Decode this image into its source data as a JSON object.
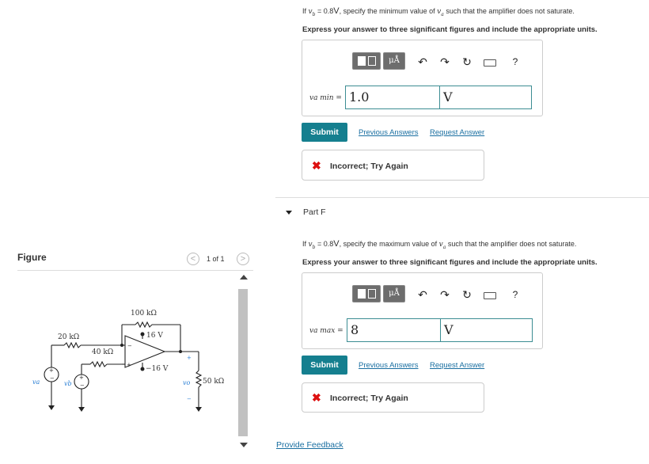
{
  "partE": {
    "question_pre": "If ",
    "vb": "v",
    "vb_sub": "b",
    "question_mid": " = 0.8",
    "unit": "V",
    "question_post": ", specify the minimum value of ",
    "va": "v",
    "va_sub": "a",
    "question_end": " such that the amplifier does not saturate.",
    "instruction": "Express your answer to three significant figures and include the appropriate units.",
    "var_label": "va min =",
    "value": "1.0",
    "units_value": "V",
    "submit_label": "Submit",
    "prev_answers": "Previous Answers",
    "request_answer": "Request Answer",
    "feedback": "Incorrect; Try Again"
  },
  "partF": {
    "title": "Part F",
    "question_pre": "If ",
    "question_mid": " = 0.8",
    "unit": "V",
    "question_post": ", specify the maximum value of ",
    "question_end": " such that the amplifier does not saturate.",
    "instruction": "Express your answer to three significant figures and include the appropriate units.",
    "var_label": "va max =",
    "value": "8",
    "units_value": "V",
    "submit_label": "Submit",
    "prev_answers": "Previous Answers",
    "request_answer": "Request Answer",
    "feedback": "Incorrect; Try Again"
  },
  "toolbar": {
    "units_symbol": "μÅ",
    "help": "?"
  },
  "figure": {
    "label": "Figure",
    "pager": "1 of 1",
    "r_feedback": "100 kΩ",
    "r_a": "20 kΩ",
    "r_b": "40 kΩ",
    "r_load": "50 kΩ",
    "v_pos": "16 V",
    "v_neg": "−16 V",
    "src_a": "va",
    "src_b": "vb",
    "v_out": "vo"
  },
  "footer": {
    "provide_feedback": "Provide Feedback"
  }
}
